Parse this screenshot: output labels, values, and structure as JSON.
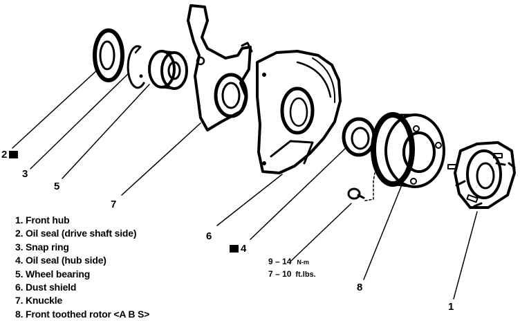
{
  "callouts": {
    "n1": "1",
    "n2": "2",
    "n3": "3",
    "n4": "4",
    "n5": "5",
    "n6": "6",
    "n7": "7",
    "n8": "8"
  },
  "legend": [
    "1.  Front hub",
    "2.  Oil seal (drive shaft side)",
    "3.  Snap ring",
    "4.  Oil seal (hub side)",
    "5.  Wheel bearing",
    "6.  Dust shield",
    "7.  Knuckle",
    "8.  Front toothed rotor <A B S>"
  ],
  "torque": {
    "nm": "9 – 14",
    "nm_unit": "N-m",
    "ftlb": "7 – 10",
    "ftlb_unit": "ft.lbs."
  },
  "colors": {
    "ink": "#000000",
    "paper": "#ffffff"
  }
}
